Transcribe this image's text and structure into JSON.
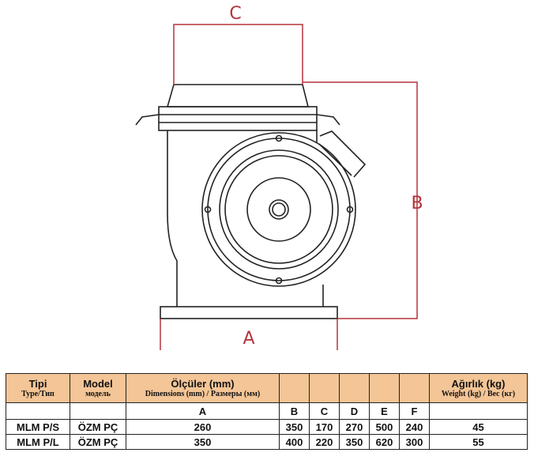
{
  "labels": {
    "a": "A",
    "b": "B",
    "c": "C"
  },
  "colors": {
    "dimension": "#b5343c",
    "header_bg": "#f4c596",
    "line": "#222222"
  },
  "table": {
    "header": {
      "tipi": "Tipi",
      "tipi_sub": "Type/Тип",
      "model": "Model",
      "model_sub": "модель",
      "dimensions": "Ölçüler (mm)",
      "dimensions_sub": "Dimensions (mm) / Размеры (мм)",
      "weight": "Ağırlık (kg)",
      "weight_sub": "Weight (kg) / Вес (кг)"
    },
    "columns": [
      "A",
      "B",
      "C",
      "D",
      "E",
      "F"
    ],
    "rows": [
      {
        "type": "MLM P/S",
        "model": "ÖZM PÇ",
        "a": "260",
        "b": "350",
        "c": "170",
        "d": "270",
        "e": "500",
        "f": "240",
        "weight": "45"
      },
      {
        "type": "MLM P/L",
        "model": "ÖZM PÇ",
        "a": "350",
        "b": "400",
        "c": "220",
        "d": "350",
        "e": "620",
        "f": "300",
        "weight": "55"
      }
    ]
  }
}
